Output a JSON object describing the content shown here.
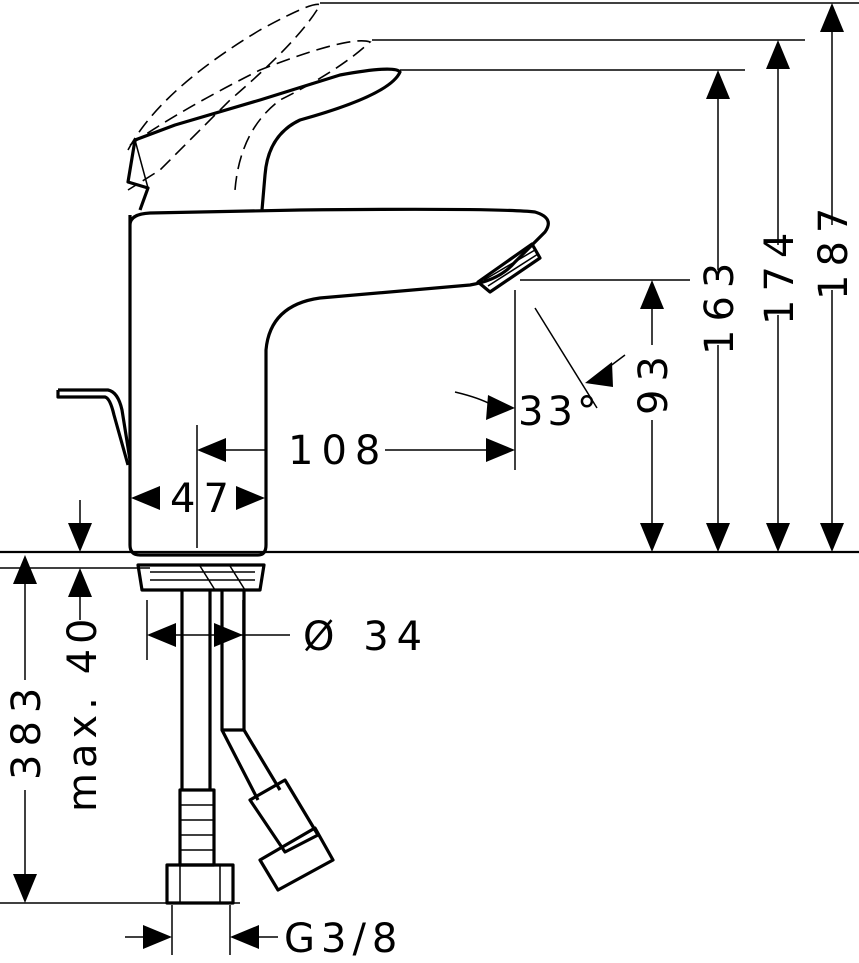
{
  "drawing": {
    "dimensions": {
      "height_max": "187",
      "height_mid": "174",
      "height_handle": "163",
      "spout_height": "93",
      "spout_angle": "33°",
      "spout_reach": "108",
      "base_width": "47",
      "max_deck_thickness": "max. 40",
      "hose_length": "383",
      "shank_diameter": "Ø 34",
      "connection_thread": "G3/8"
    }
  }
}
